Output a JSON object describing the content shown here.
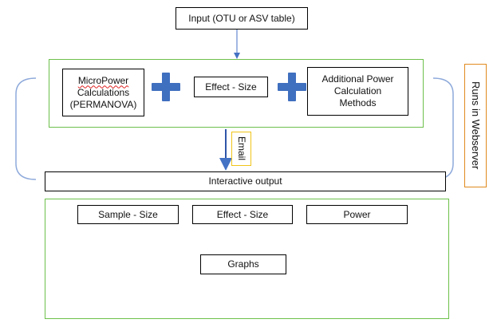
{
  "input_box": {
    "label": "Input (OTU or ASV table)"
  },
  "calc_box": {
    "line1": "MicroPower",
    "line2": "Calculations",
    "line3": "(PERMANOVA)"
  },
  "effect_size_box": {
    "label": "Effect - Size"
  },
  "additional_box": {
    "label": "Additional Power\nCalculation\nMethods"
  },
  "runs_box": {
    "label": "Runs in Webserver"
  },
  "email_box": {
    "label": "Email"
  },
  "interactive_output": {
    "label": "Interactive output"
  },
  "outputs": {
    "sample_size": "Sample - Size",
    "effect_size": "Effect - Size",
    "power": "Power",
    "graphs": "Graphs"
  },
  "colors": {
    "green_border": "#6cc04a",
    "orange_border": "#e08a1e",
    "yellow_border": "#f0c419",
    "plus_blue": "#3f6fbf",
    "arrow_blue": "#4472c4",
    "bracket_blue": "#8eaadb"
  }
}
